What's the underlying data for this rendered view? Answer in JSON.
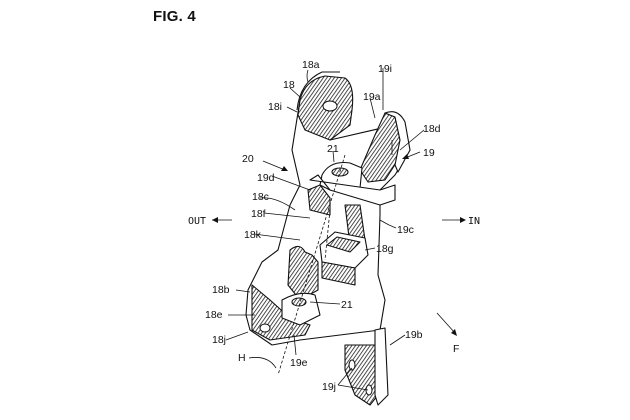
{
  "figure": {
    "title": "FIG. 4"
  },
  "directions": {
    "out": "OUT",
    "in": "IN",
    "front": "F"
  },
  "labels": {
    "l18a": "18a",
    "l18": "18",
    "l18i": "18i",
    "l19i": "19i",
    "l19a": "19a",
    "l18d": "18d",
    "l19": "19",
    "l21_top": "21",
    "l20": "20",
    "l19d": "19d",
    "l18c": "18c",
    "l18f": "18f",
    "l19c": "19c",
    "l18k": "18k",
    "l18g": "18g",
    "l18b": "18b",
    "l21_bottom": "21",
    "l18e": "18e",
    "l18j": "18j",
    "l19b": "19b",
    "lH": "H",
    "l19e": "19e",
    "l19j": "19j"
  }
}
